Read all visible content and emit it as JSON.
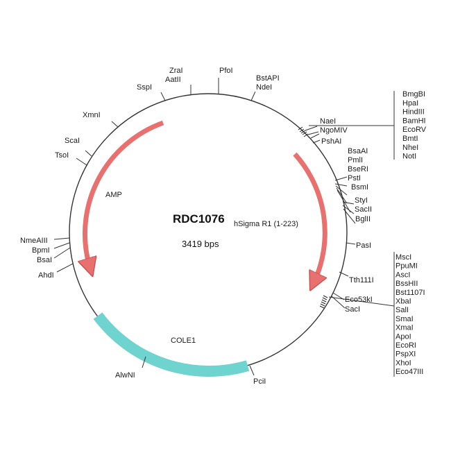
{
  "plasmid": {
    "name": "RDC1076",
    "size_text": "3419 bps",
    "colors": {
      "feature_red": "#e8706f",
      "feature_cyan": "#6fd3d0",
      "outline": "#333333"
    }
  },
  "features": [
    {
      "name": "AMP",
      "label": "AMP",
      "color": "#e8706f",
      "direction": "ccw"
    },
    {
      "name": "hSigma R1 (1-223)",
      "label": "hSigma R1 (1-223)",
      "color": "#e8706f",
      "direction": "cw"
    },
    {
      "name": "COLE1",
      "label": "COLE1",
      "color": "#6fd3d0",
      "direction": "none"
    }
  ],
  "sites": {
    "zrai": "ZraI",
    "aatii": "AatII",
    "pfoi": "PfoI",
    "bstapi": "BstAPI",
    "ndei": "NdeI",
    "sspi": "SspI",
    "xmni": "XmnI",
    "scai": "ScaI",
    "tsoi": "TsoI",
    "nmeaiii": "NmeAIII",
    "bpmi": "BpmI",
    "bsai": "BsaI",
    "ahdi": "AhdI",
    "alwni": "AlwNI",
    "pcii": "PciI",
    "naei": "NaeI",
    "ngomiv": "NgoMIV",
    "pshai": "PshAI",
    "bsaai": "BsaAI",
    "pmli": "PmlI",
    "bseri": "BseRI",
    "psti": "PstI",
    "bsmi": "BsmI",
    "styi": "StyI",
    "sacii": "SacII",
    "bglii": "BglII",
    "pasi": "PasI",
    "tth111i": "Tth111I",
    "eco53ki": "Eco53kI",
    "saci": "SacI"
  },
  "cluster_top": [
    "BmgBI",
    "HpaI",
    "HindIII",
    "BamHI",
    "EcoRV",
    "BmtI",
    "NheI",
    "NotI"
  ],
  "cluster_bottom": [
    "MscI",
    "PpuMI",
    "AscI",
    "BssHII",
    "Bst1107I",
    "XbaI",
    "SalI",
    "SmaI",
    "XmaI",
    "ApoI",
    "EcoRI",
    "PspXI",
    "XhoI",
    "Eco47III"
  ]
}
